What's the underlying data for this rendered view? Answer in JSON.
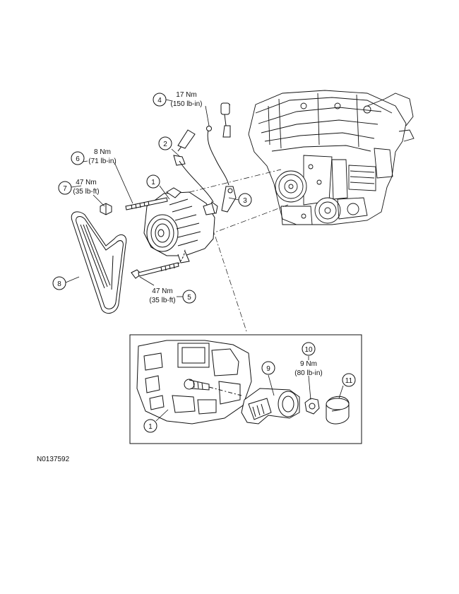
{
  "callouts": [
    {
      "id": "c1",
      "number": "1"
    },
    {
      "id": "c2",
      "number": "2"
    },
    {
      "id": "c3",
      "number": "3"
    },
    {
      "id": "c4",
      "number": "4"
    },
    {
      "id": "c5",
      "number": "5"
    },
    {
      "id": "c6",
      "number": "6"
    },
    {
      "id": "c7",
      "number": "7"
    },
    {
      "id": "c8",
      "number": "8"
    },
    {
      "id": "c9",
      "number": "9"
    },
    {
      "id": "c10",
      "number": "10"
    },
    {
      "id": "c11",
      "number": "11"
    },
    {
      "id": "c1b",
      "number": "1"
    }
  ],
  "torque_labels": {
    "t4": {
      "metric": "17 Nm",
      "imperial": "(150 lb-in)"
    },
    "t6": {
      "metric": "8 Nm",
      "imperial": "(71 lb-in)"
    },
    "t7": {
      "metric": "47 Nm",
      "imperial": "(35 lb-ft)"
    },
    "t5": {
      "metric": "47 Nm",
      "imperial": "(35 lb-ft)"
    },
    "t10": {
      "metric": "9 Nm",
      "imperial": "(80 lb-in)"
    }
  },
  "figure_id": "N0137592"
}
